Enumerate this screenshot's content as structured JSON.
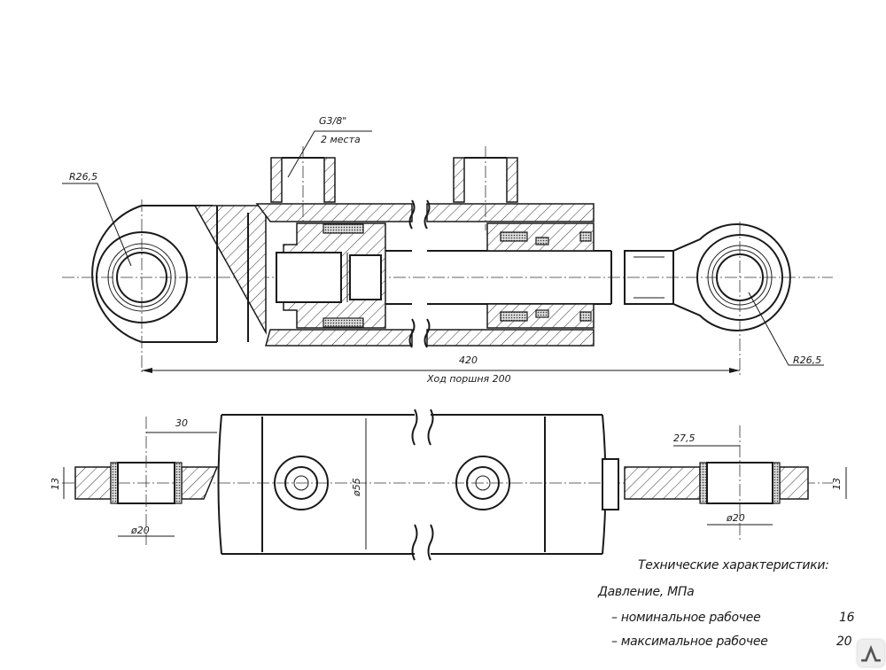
{
  "drawing": {
    "port_thread": "G3/8\"",
    "port_count": "2 места",
    "radius_left": "R26,5",
    "radius_right": "R26,5",
    "overall_length": "420",
    "stroke_label": "Ход поршня 200",
    "dim_left_offset": "30",
    "dim_right_offset": "27,5",
    "dim_eye_width_left": "13",
    "dim_eye_width_right": "13",
    "dim_pin_left": "ø20",
    "dim_pin_right": "ø20",
    "dim_body_diameter": "ø55"
  },
  "specs": {
    "title": "Технические характеристики:",
    "group": "Давление, МПа",
    "rows": [
      {
        "label": "– номинальное рабочее",
        "value": "16"
      },
      {
        "label": "– максимальное рабочее",
        "value": "20"
      }
    ]
  },
  "colors": {
    "line": "#1a1a1a",
    "background": "#ffffff"
  }
}
